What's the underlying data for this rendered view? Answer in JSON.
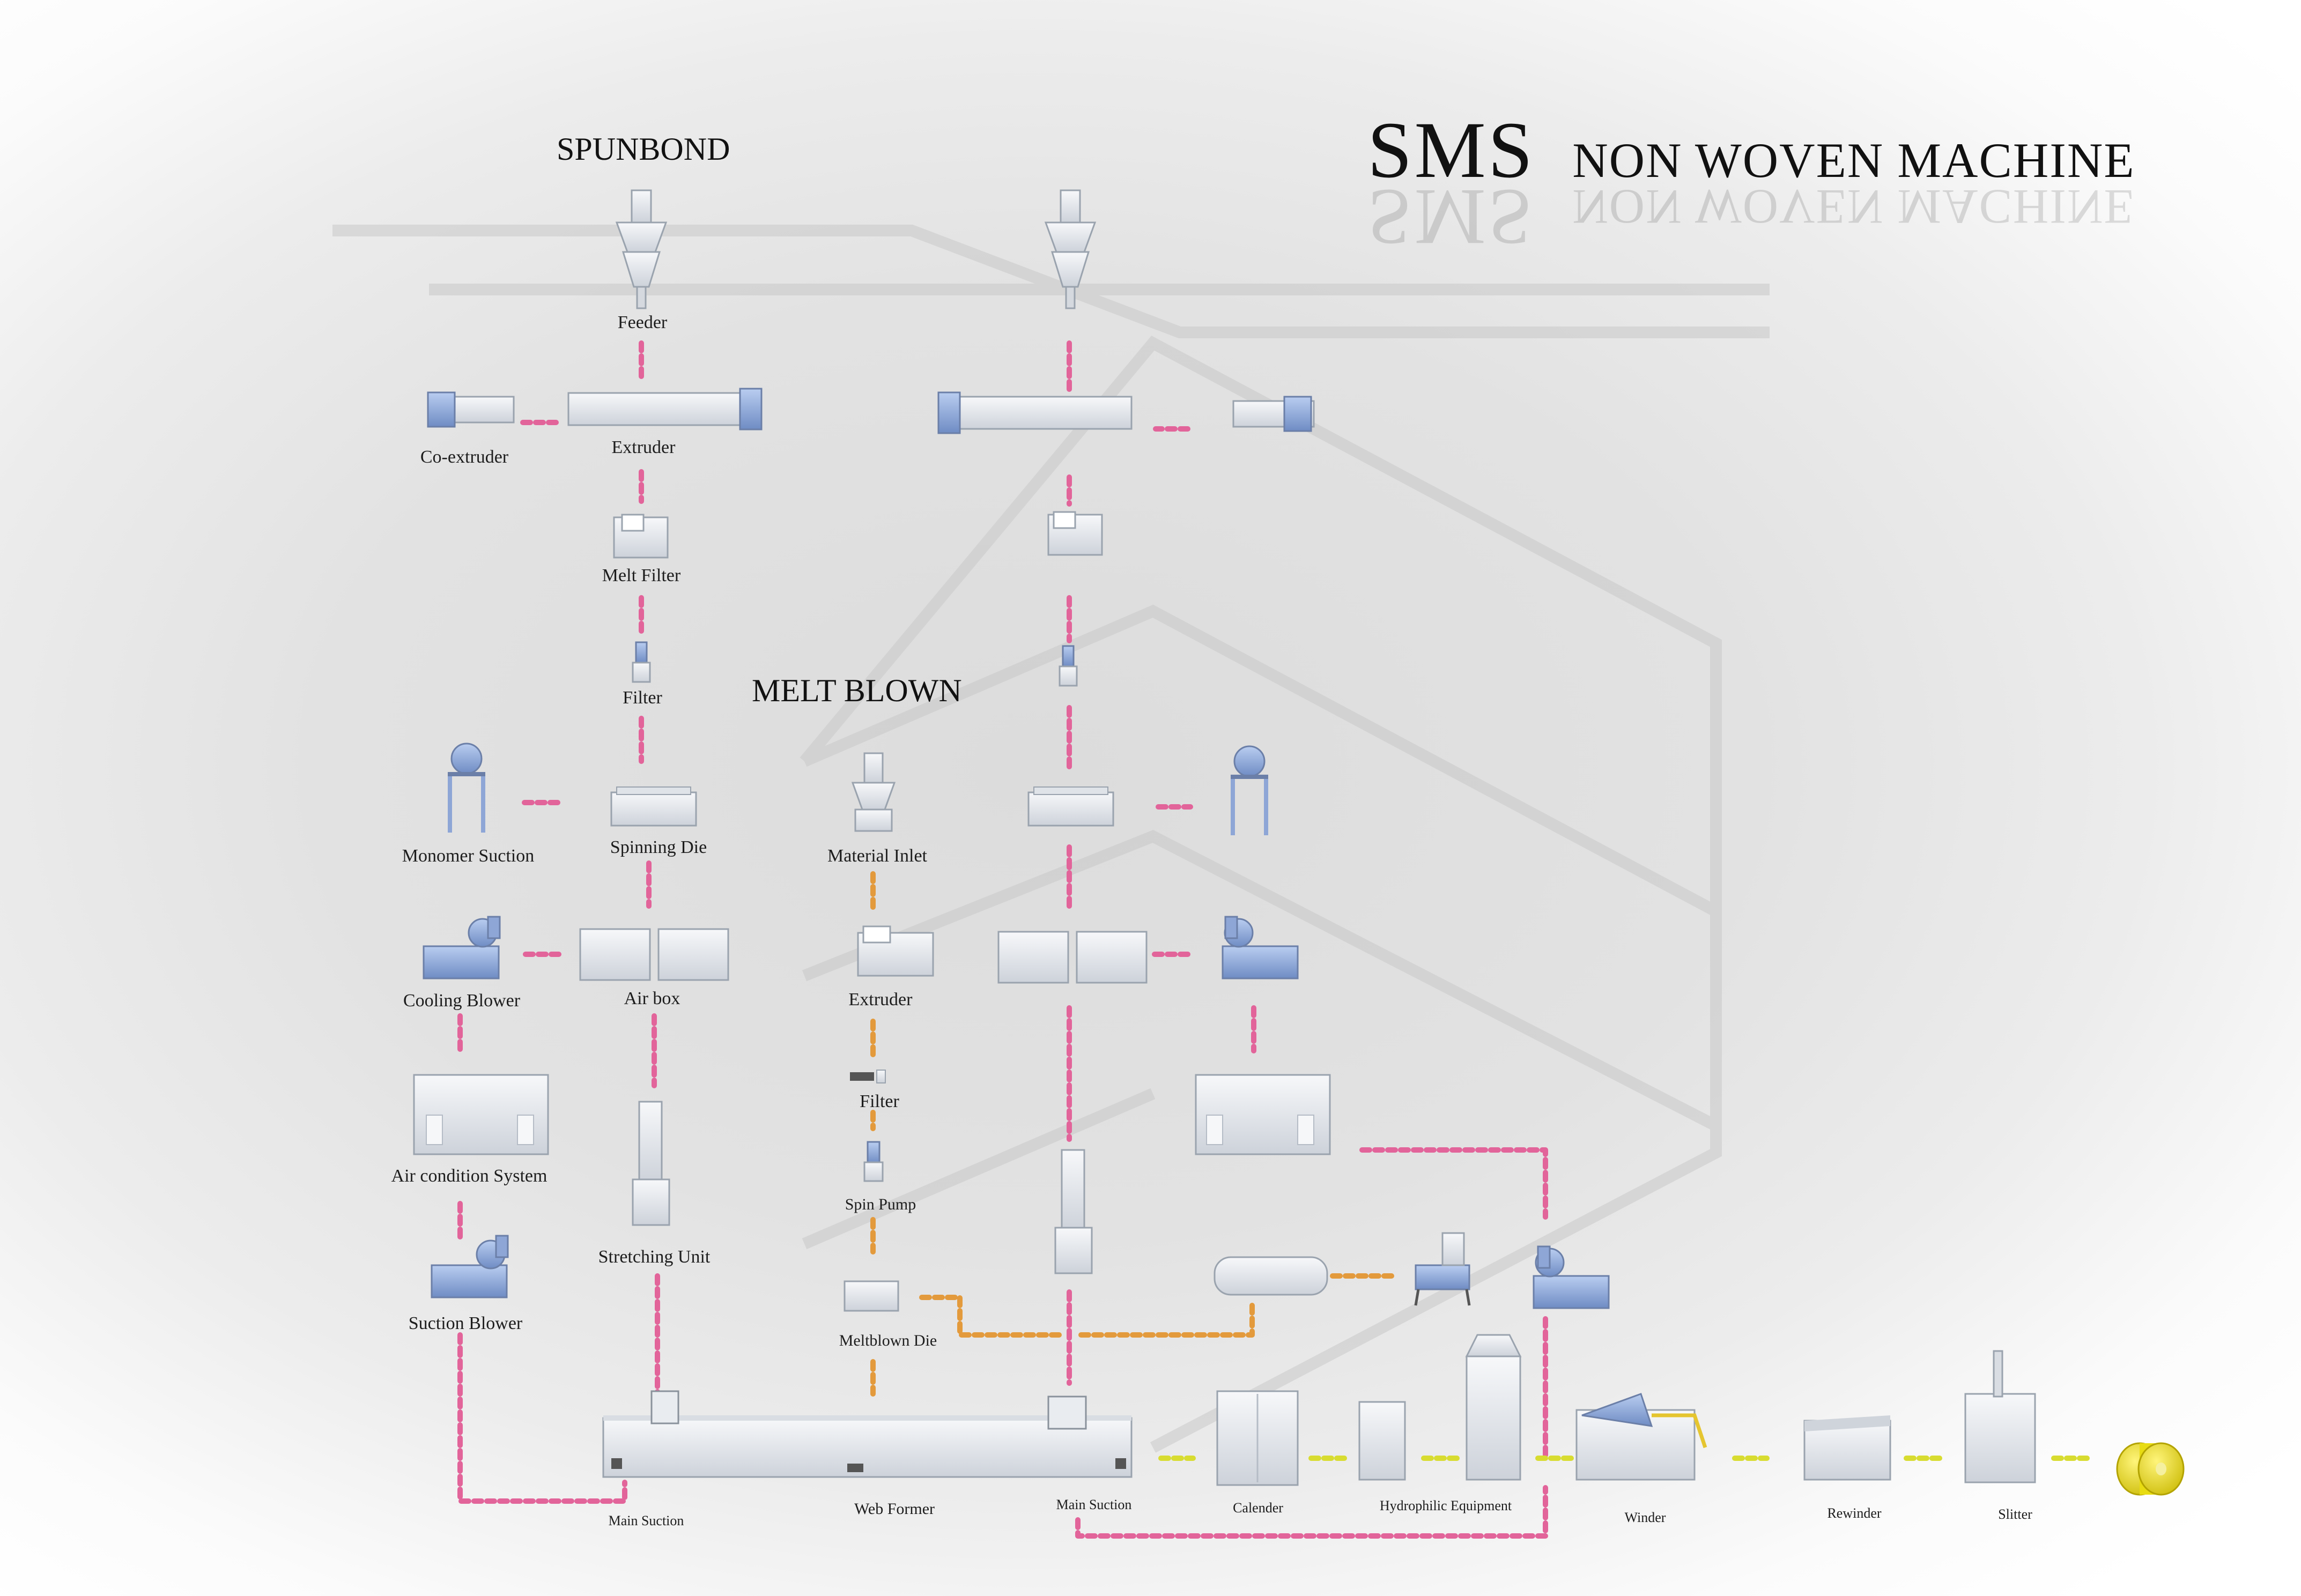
{
  "title": {
    "sms": "SMS",
    "rest": "NON WOVEN MACHINE"
  },
  "sections": {
    "spunbond": "SPUNBOND",
    "meltblown": "MELT BLOWN"
  },
  "labels": {
    "feeder": "Feeder",
    "extruder": "Extruder",
    "co_extruder": "Co-extruder",
    "melt_filter": "Melt Filter",
    "filter": "Filter",
    "spinning_die": "Spinning Die",
    "monomer_suction": "Monomer Suction",
    "cooling_blower": "Cooling Blower",
    "air_box": "Air box",
    "air_condition_system": "Air condition System",
    "stretching_unit": "Stretching Unit",
    "suction_blower": "Suction Blower",
    "material_inlet": "Material Inlet",
    "mb_extruder": "Extruder",
    "mb_filter": "Filter",
    "spin_pump": "Spin Pump",
    "meltblown_die": "Meltblown Die",
    "main_suction_1": "Main Suction",
    "web_former": "Web Former",
    "main_suction_2": "Main Suction",
    "calender": "Calender",
    "hydrophilic_equipment": "Hydrophilic Equipment",
    "winder": "Winder",
    "rewinder": "Rewinder",
    "slitter": "Slitter"
  },
  "colors": {
    "pink_flow": "#e2649a",
    "orange_flow": "#e39a3c",
    "yellow_flow": "#d8dc30",
    "machine_blue": "#8ea6d6",
    "machine_gray": "#eaedf1",
    "roll": "#e8dc12"
  }
}
